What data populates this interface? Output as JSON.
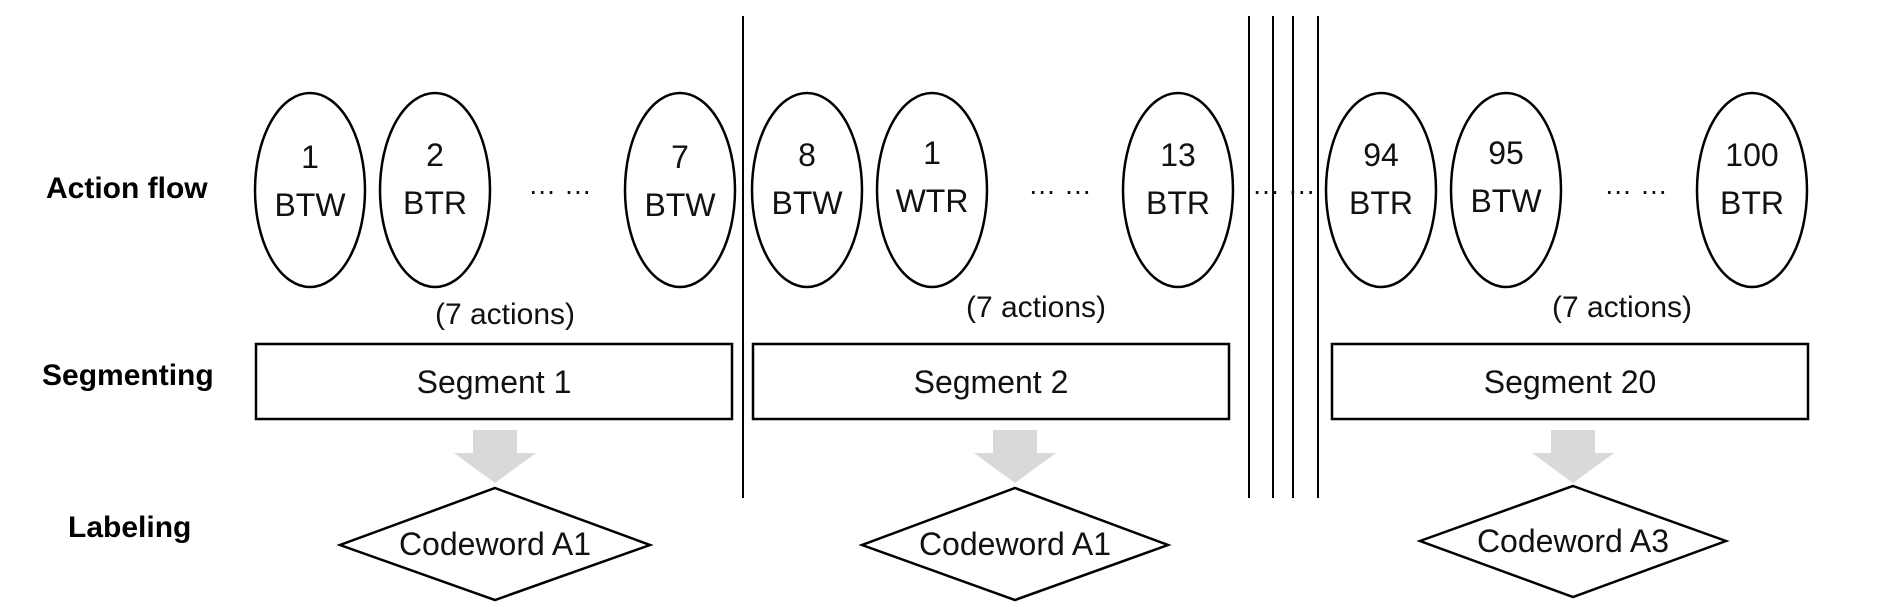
{
  "rows": {
    "action_flow": "Action flow",
    "segmenting": "Segmenting",
    "labeling": "Labeling"
  },
  "ellipsis": "… …",
  "groups": [
    {
      "nodes": [
        {
          "num": "1",
          "type": "BTW"
        },
        {
          "num": "2",
          "type": "BTR"
        },
        {
          "num": "7",
          "type": "BTW"
        }
      ],
      "count": "(7 actions)",
      "segment": "Segment 1",
      "codeword": "Codeword A1"
    },
    {
      "nodes": [
        {
          "num": "8",
          "type": "BTW"
        },
        {
          "num": "1",
          "type": "WTR"
        },
        {
          "num": "13",
          "type": "BTR"
        }
      ],
      "count": "(7 actions)",
      "segment": "Segment 2",
      "codeword": "Codeword A1"
    },
    {
      "nodes": [
        {
          "num": "94",
          "type": "BTR"
        },
        {
          "num": "95",
          "type": "BTW"
        },
        {
          "num": "100",
          "type": "BTR"
        }
      ],
      "count": "(7 actions)",
      "segment": "Segment 20",
      "codeword": "Codeword A3"
    }
  ]
}
